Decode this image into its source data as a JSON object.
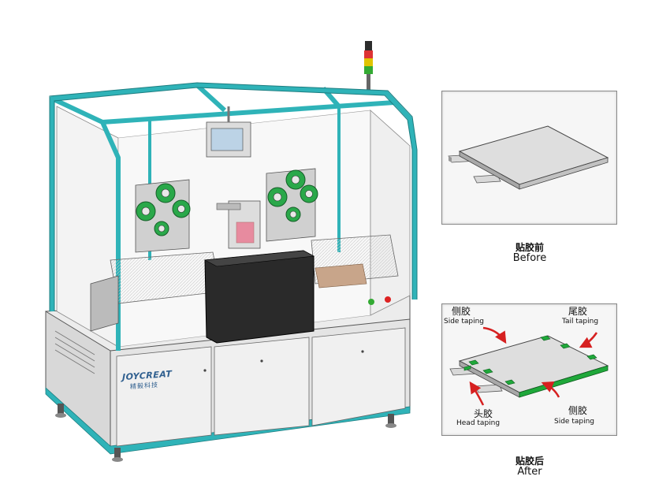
{
  "machine": {
    "brand": "JOYCREAT",
    "brand_cn": "精毅科技"
  },
  "before": {
    "title_cn": "贴胶前",
    "title_en": "Before"
  },
  "after": {
    "title_cn": "贴胶后",
    "title_en": "After",
    "labels": {
      "side_left_cn": "侧胶",
      "side_left_en": "Side taping",
      "tail_cn": "尾胶",
      "tail_en": "Tail taping",
      "head_cn": "头胶",
      "head_en": "Head taping",
      "side_bottom_cn": "侧胶",
      "side_bottom_en": "Side taping"
    }
  },
  "colors": {
    "frame": "#2fb3b8",
    "tape_green": "#1fa83a",
    "arrow_red": "#d62020",
    "roller_green": "#2aa84a",
    "panel_dark": "#2a2a2a"
  }
}
